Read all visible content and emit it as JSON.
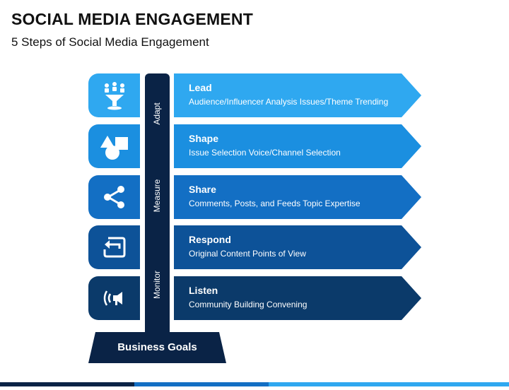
{
  "title": "SOCIAL MEDIA ENGAGEMENT",
  "subtitle": "5 Steps of Social Media Engagement",
  "pillar_labels": [
    "Adapt",
    "Measure",
    "Monitor"
  ],
  "foundation": "Business Goals",
  "steps": [
    {
      "title": "Lead",
      "description": "Audience/Influencer Analysis Issues/Theme Trending",
      "icon": "leader-funnel-icon",
      "color": "#2fa8f0"
    },
    {
      "title": "Shape",
      "description": "Issue Selection Voice/Channel Selection",
      "icon": "shapes-icon",
      "color": "#1b8fe0"
    },
    {
      "title": "Share",
      "description": "Comments, Posts, and Feeds Topic Expertise",
      "icon": "share-icon",
      "color": "#136fc4"
    },
    {
      "title": "Respond",
      "description": "Original Content Points of View",
      "icon": "reply-icon",
      "color": "#0d5298"
    },
    {
      "title": "Listen",
      "description": "Community Building Convening",
      "icon": "megaphone-icon",
      "color": "#0b3a6a"
    }
  ],
  "colors": {
    "pillar": "#0a2346",
    "text": "#111111"
  }
}
